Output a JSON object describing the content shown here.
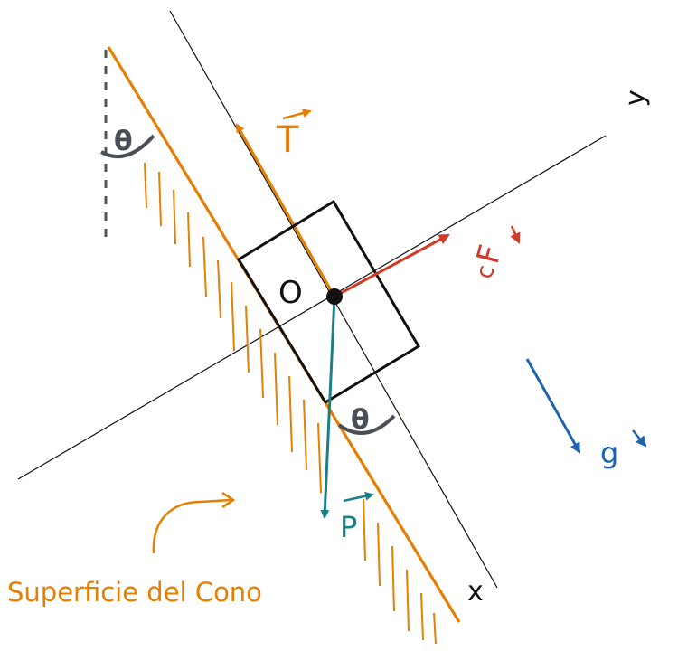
{
  "labels": {
    "tension": "T",
    "centrifugal": "F",
    "centrifugal_sub": "c",
    "weight": "P",
    "gravity": "g",
    "origin": "O",
    "axis_x": "x",
    "axis_y": "y",
    "angle_top": "θ",
    "angle_bottom": "θ",
    "surface": "Superficie del Cono"
  },
  "colors": {
    "axes": "#111111",
    "surface": "#e67e00",
    "tension": "#e67e00",
    "centrifugal": "#d03a2a",
    "weight": "#1a7f86",
    "gravity": "#1f63b0",
    "angle_mark": "#4a4f57",
    "block": "#111111",
    "dashed": "#555555"
  }
}
